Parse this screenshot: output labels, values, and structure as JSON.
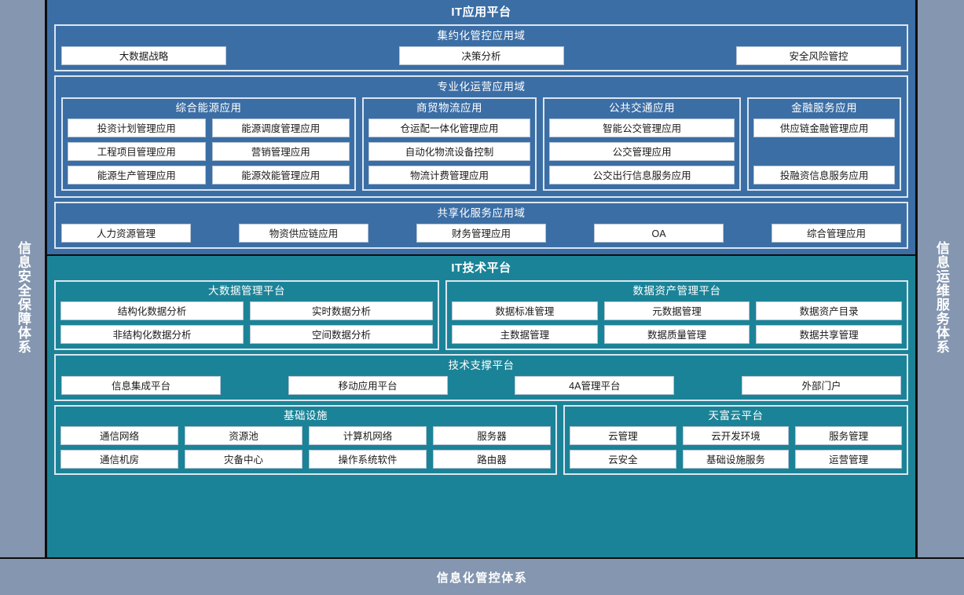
{
  "colors": {
    "page_background": "#8496b0",
    "application_platform": "#3b6ea5",
    "technology_platform": "#1b8397",
    "chip_background": "#ffffff",
    "border_light": "#dce6f1",
    "outline_dark": "#0d0d0d"
  },
  "left_rail": {
    "label": "信息安全保障体系"
  },
  "right_rail": {
    "label": "信息运维服务体系"
  },
  "bottom_bar": {
    "label": "信息化管控体系"
  },
  "application_platform": {
    "title": "IT应用平台",
    "domains": [
      {
        "title": "集约化管控应用域",
        "items": [
          "大数据战略",
          "决策分析",
          "安全风险管控"
        ]
      },
      {
        "title": "专业化运营应用域",
        "groups": [
          {
            "title": "综合能源应用",
            "items": [
              "投资计划管理应用",
              "能源调度管理应用",
              "工程项目管理应用",
              "营销管理应用",
              "能源生产管理应用",
              "能源效能管理应用"
            ]
          },
          {
            "title": "商贸物流应用",
            "items": [
              "仓运配一体化管理应用",
              "自动化物流设备控制",
              "物流计费管理应用"
            ]
          },
          {
            "title": "公共交通应用",
            "items": [
              "智能公交管理应用",
              "公交管理应用",
              "公交出行信息服务应用"
            ]
          },
          {
            "title": "金融服务应用",
            "items": [
              "供应链金融管理应用",
              "",
              "投融资信息服务应用"
            ]
          }
        ]
      },
      {
        "title": "共享化服务应用域",
        "items": [
          "人力资源管理",
          "物资供应链应用",
          "财务管理应用",
          "OA",
          "综合管理应用"
        ]
      }
    ]
  },
  "technology_platform": {
    "title": "IT技术平台",
    "rows": [
      {
        "groups": [
          {
            "title": "大数据管理平台",
            "items": [
              "结构化数据分析",
              "实时数据分析",
              "非结构化数据分析",
              "空间数据分析"
            ]
          },
          {
            "title": "数据资产管理平台",
            "items": [
              "数据标准管理",
              "元数据管理",
              "数据资产目录",
              "主数据管理",
              "数据质量管理",
              "数据共享管理"
            ]
          }
        ]
      },
      {
        "domain": {
          "title": "技术支撑平台",
          "items": [
            "信息集成平台",
            "移动应用平台",
            "4A管理平台",
            "外部门户"
          ]
        }
      },
      {
        "groups": [
          {
            "title": "基础设施",
            "items": [
              "通信网络",
              "资源池",
              "计算机网络",
              "服务器",
              "通信机房",
              "灾备中心",
              "操作系统软件",
              "路由器"
            ]
          },
          {
            "title": "天富云平台",
            "items": [
              "云管理",
              "云开发环境",
              "服务管理",
              "云安全",
              "基础设施服务",
              "运营管理"
            ]
          }
        ]
      }
    ]
  }
}
